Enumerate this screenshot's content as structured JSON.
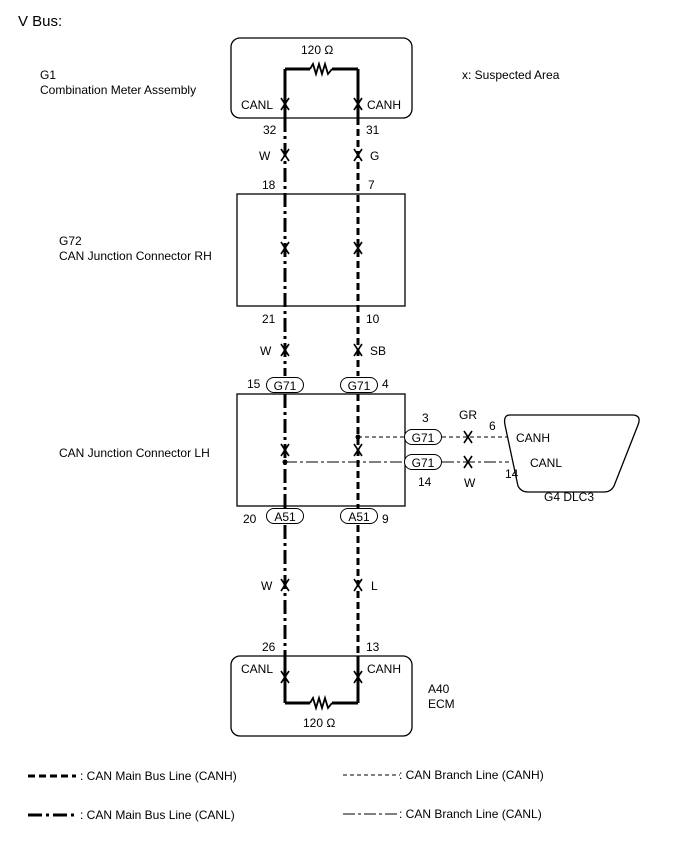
{
  "title": "V Bus:",
  "components": {
    "g1": {
      "code": "G1",
      "name": "Combination Meter Assembly",
      "resistor": "120 Ω",
      "left_pin_name": "CANL",
      "right_pin_name": "CANH"
    },
    "g72": {
      "code": "G72",
      "name": "CAN Junction Connector RH"
    },
    "lh": {
      "name": "CAN Junction Connector LH"
    },
    "a40": {
      "code": "A40",
      "name": "ECM",
      "resistor": "120 Ω",
      "left_pin_name": "CANL",
      "right_pin_name": "CANH"
    },
    "dlc3": {
      "label": "G4  DLC3",
      "canh": "CANH",
      "canl": "CANL"
    }
  },
  "suspected_area": "x: Suspected Area",
  "pins": {
    "g1_canl": "32",
    "g1_canh": "31",
    "g72_top_left": "18",
    "g72_top_right": "7",
    "g72_bottom_left": "21",
    "g72_bottom_right": "10",
    "lh_top_left": "15",
    "lh_top_right": "4",
    "lh_branch_h": "3",
    "lh_branch_l": "14",
    "dlc_canh": "6",
    "dlc_canl": "14",
    "lh_bottom_left": "20",
    "lh_bottom_right": "9",
    "ecm_canl": "26",
    "ecm_canh": "13"
  },
  "wire_colors": {
    "g1_g72_left": "W",
    "g1_g72_right": "G",
    "g72_lh_left": "W",
    "g72_lh_right": "SB",
    "branch_h": "GR",
    "branch_l": "W",
    "lh_ecm_left": "W",
    "lh_ecm_right": "L"
  },
  "connectors": {
    "g71_top_left": "G71",
    "g71_top_right": "G71",
    "g71_branch_h": "G71",
    "g71_branch_l": "G71",
    "a51_left": "A51",
    "a51_right": "A51"
  },
  "legend": {
    "main_canh": ": CAN Main Bus Line (CANH)",
    "main_canl": ": CAN Main Bus Line (CANL)",
    "branch_canh": ": CAN Branch Line (CANH)",
    "branch_canl": ": CAN Branch Line (CANL)"
  }
}
